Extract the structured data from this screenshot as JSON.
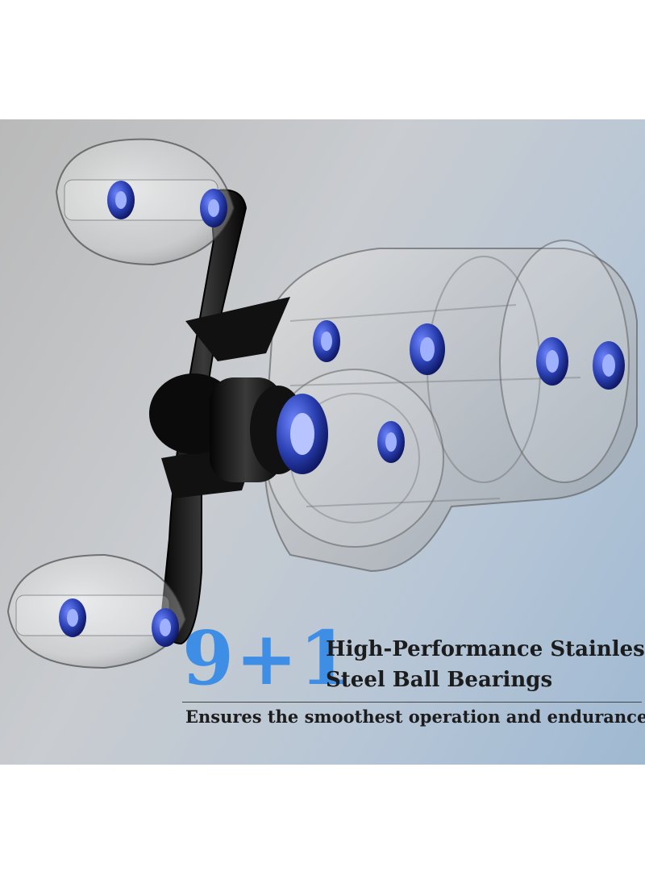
{
  "headline": {
    "count": "9+1",
    "line1": "High-Performance Stainless",
    "line2": "Steel Ball Bearings"
  },
  "tagline": "Ensures the smoothest operation and endurance",
  "colors": {
    "accent": "#3f8ee6",
    "bearing": "#2a3fb0",
    "handle": "#111111"
  }
}
